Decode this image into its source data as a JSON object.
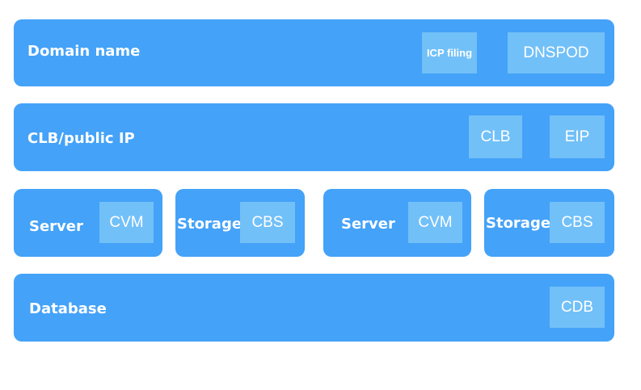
{
  "layers": {
    "domain": {
      "label": "Domain name",
      "chips": [
        "ICP filing",
        "DNSPOD"
      ]
    },
    "clb": {
      "label": "CLB/public IP",
      "chips": [
        "CLB",
        "EIP"
      ]
    },
    "compute": [
      {
        "label": "Server",
        "chip": "CVM"
      },
      {
        "label": "Storage",
        "chip": "CBS"
      },
      {
        "label": "Server",
        "chip": "CVM"
      },
      {
        "label": "Storage",
        "chip": "CBS"
      }
    ],
    "database": {
      "label": "Database",
      "chip": "CDB"
    }
  },
  "colors": {
    "layer": "#44a2f8",
    "chip": "#72c0f8"
  }
}
